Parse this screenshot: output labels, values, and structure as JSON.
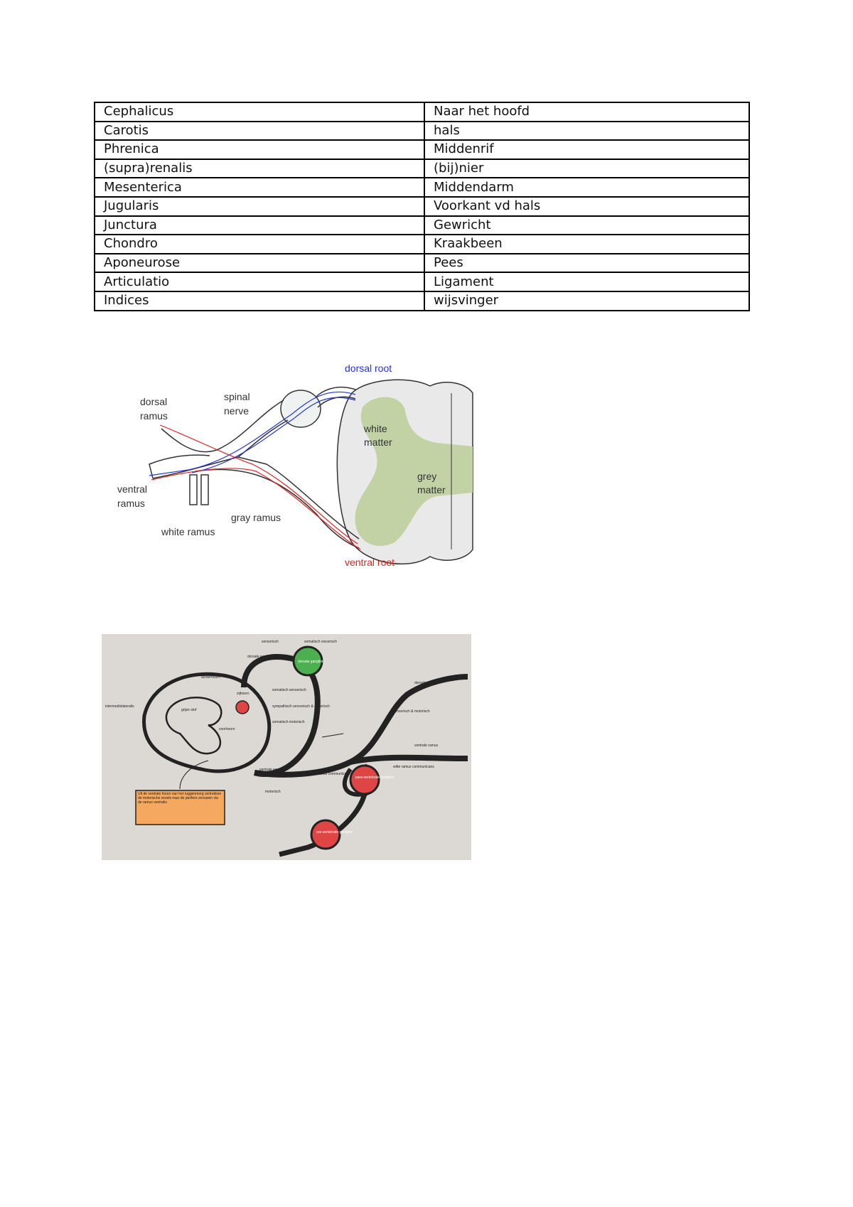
{
  "table": {
    "rows": [
      {
        "term": "Cephalicus",
        "meaning": "Naar het hoofd"
      },
      {
        "term": "Carotis",
        "meaning": "hals"
      },
      {
        "term": "Phrenica",
        "meaning": "Middenrif"
      },
      {
        "term": "(supra)renalis",
        "meaning": "(bij)nier"
      },
      {
        "term": "Mesenterica",
        "meaning": "Middendarm"
      },
      {
        "term": "Jugularis",
        "meaning": "Voorkant vd hals"
      },
      {
        "term": "Junctura",
        "meaning": "Gewricht"
      },
      {
        "term": "Chondro",
        "meaning": "Kraakbeen"
      },
      {
        "term": "Aponeurose",
        "meaning": "Pees"
      },
      {
        "term": "Articulatio",
        "meaning": "Ligament"
      },
      {
        "term": "Indices",
        "meaning": "wijsvinger"
      }
    ]
  },
  "figure1": {
    "labels": {
      "dorsal_root": "dorsal root",
      "spinal_nerve_1": "spinal",
      "spinal_nerve_2": "nerve",
      "dorsal_ramus_1": "dorsal",
      "dorsal_ramus_2": "ramus",
      "white_matter_1": "white",
      "white_matter_2": "matter",
      "grey_matter_1": "grey",
      "grey_matter_2": "matter",
      "ventral_ramus_1": "ventral",
      "ventral_ramus_2": "ramus",
      "gray_ramus": "gray ramus",
      "white_ramus": "white ramus",
      "ventral_root": "ventral root"
    },
    "colors": {
      "sensory": "#2233dd",
      "motor": "#e02020",
      "grey_matter": "#c2d2a4",
      "cord": "#e9e9e9"
    }
  },
  "figure2": {
    "labels": {
      "sensorisch": "sensorisch",
      "somatisch_viscerisch": "somatisch viscerisch",
      "dorsale_wortel": "dorsale wortel",
      "dorsale_ganglion": "dorsale ganglion",
      "achterhoorn": "achterhoorn",
      "somatisch_sensorisch": "somatisch sensorisch",
      "sympathisch": "sympathisch sensorisch & motorisch",
      "somatisch_motorisch": "somatisch motorisch",
      "intermediolateralis": "intermediolateralis",
      "zijhoorn": "zijhoorn",
      "grijze_stof": "grijze stof",
      "voorhoorn": "voorhoorn",
      "ventrale_wortel": "ventrale wortel",
      "motorisch": "motorisch",
      "dorsale_ramus": "dorsale ramus",
      "sensorisch_motorisch": "sensorisch & motorisch",
      "ventrale_ramus": "ventrale ramus",
      "witte_ramus": "witte ramus communicans",
      "grijze_ramus": "grijze ramus communicans",
      "paravertebrale": "para-vertebrale ganglion",
      "prevertebrale": "pre-vertebrale ganglion",
      "note": "Uit de ventrale hoorn van het ruggenmerg vertrekken de motorische vezels naar de perifere zenuwen via de ramus ventralis"
    },
    "colors": {
      "background": "#dcd9d4",
      "ganglion_dorsal": "#4caf50",
      "ganglion_sympathetic": "#e04545",
      "note_box": "#f5a860"
    }
  }
}
